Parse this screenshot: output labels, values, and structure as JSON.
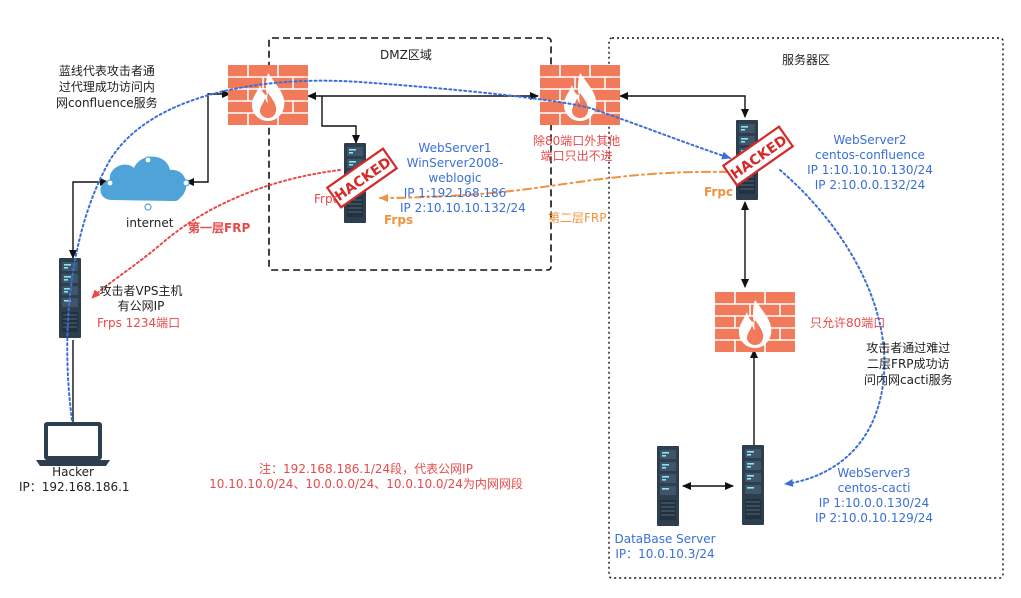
{
  "zones": {
    "dmz": "DMZ区域",
    "server": "服务器区"
  },
  "notes": {
    "blue_path": "蓝线代表攻击者通\n过代理成功访问内\n网confluence服务",
    "port80_rule": "除80端口外其他\n端口只出不进",
    "only80": "只允许80端口",
    "second_frp_success": "攻击者通过难过\n二层FRP成功访\n问内网cacti服务",
    "footnote": "注：192.168.186.1/24段，代表公网IP\n10.10.10.0/24、10.0.0.0/24、10.0.10.0/24为内网网段"
  },
  "internet": {
    "label": "internet"
  },
  "frp": {
    "layer1": "第一层FRP",
    "layer2": "第二层FRP",
    "frpc1": "Frpc",
    "frps1": "Frps",
    "frpc2": "Frpc"
  },
  "badges": {
    "hacked": "HACKED"
  },
  "nodes": {
    "vps": {
      "text": "攻击者VPS主机\n有公网IP",
      "port": "Frps 1234端口"
    },
    "hacker": {
      "text": "Hacker\nIP：192.168.186.1"
    },
    "web1": {
      "text": "WebServer1\nWinServer2008-\nweblogic\nIP 1:192.168.186\nIP 2:10.10.10.132/24"
    },
    "web2": {
      "text": "WebServer2\ncentos-confluence\nIP 1:10.10.10.130/24\nIP 2:10.0.0.132/24"
    },
    "web3": {
      "text": "WebServer3\ncentos-cacti\nIP 1:10.0.0.130/24\nIP 2:10.0.10.129/24"
    },
    "db": {
      "text": "DataBase Server\nIP：10.0.10.3/24"
    }
  },
  "colors": {
    "blue": "#3a6fd8",
    "red": "#e84a4a",
    "orange": "#f0923e",
    "firewall": "#f07a5a",
    "server": "#2d3e4e"
  }
}
